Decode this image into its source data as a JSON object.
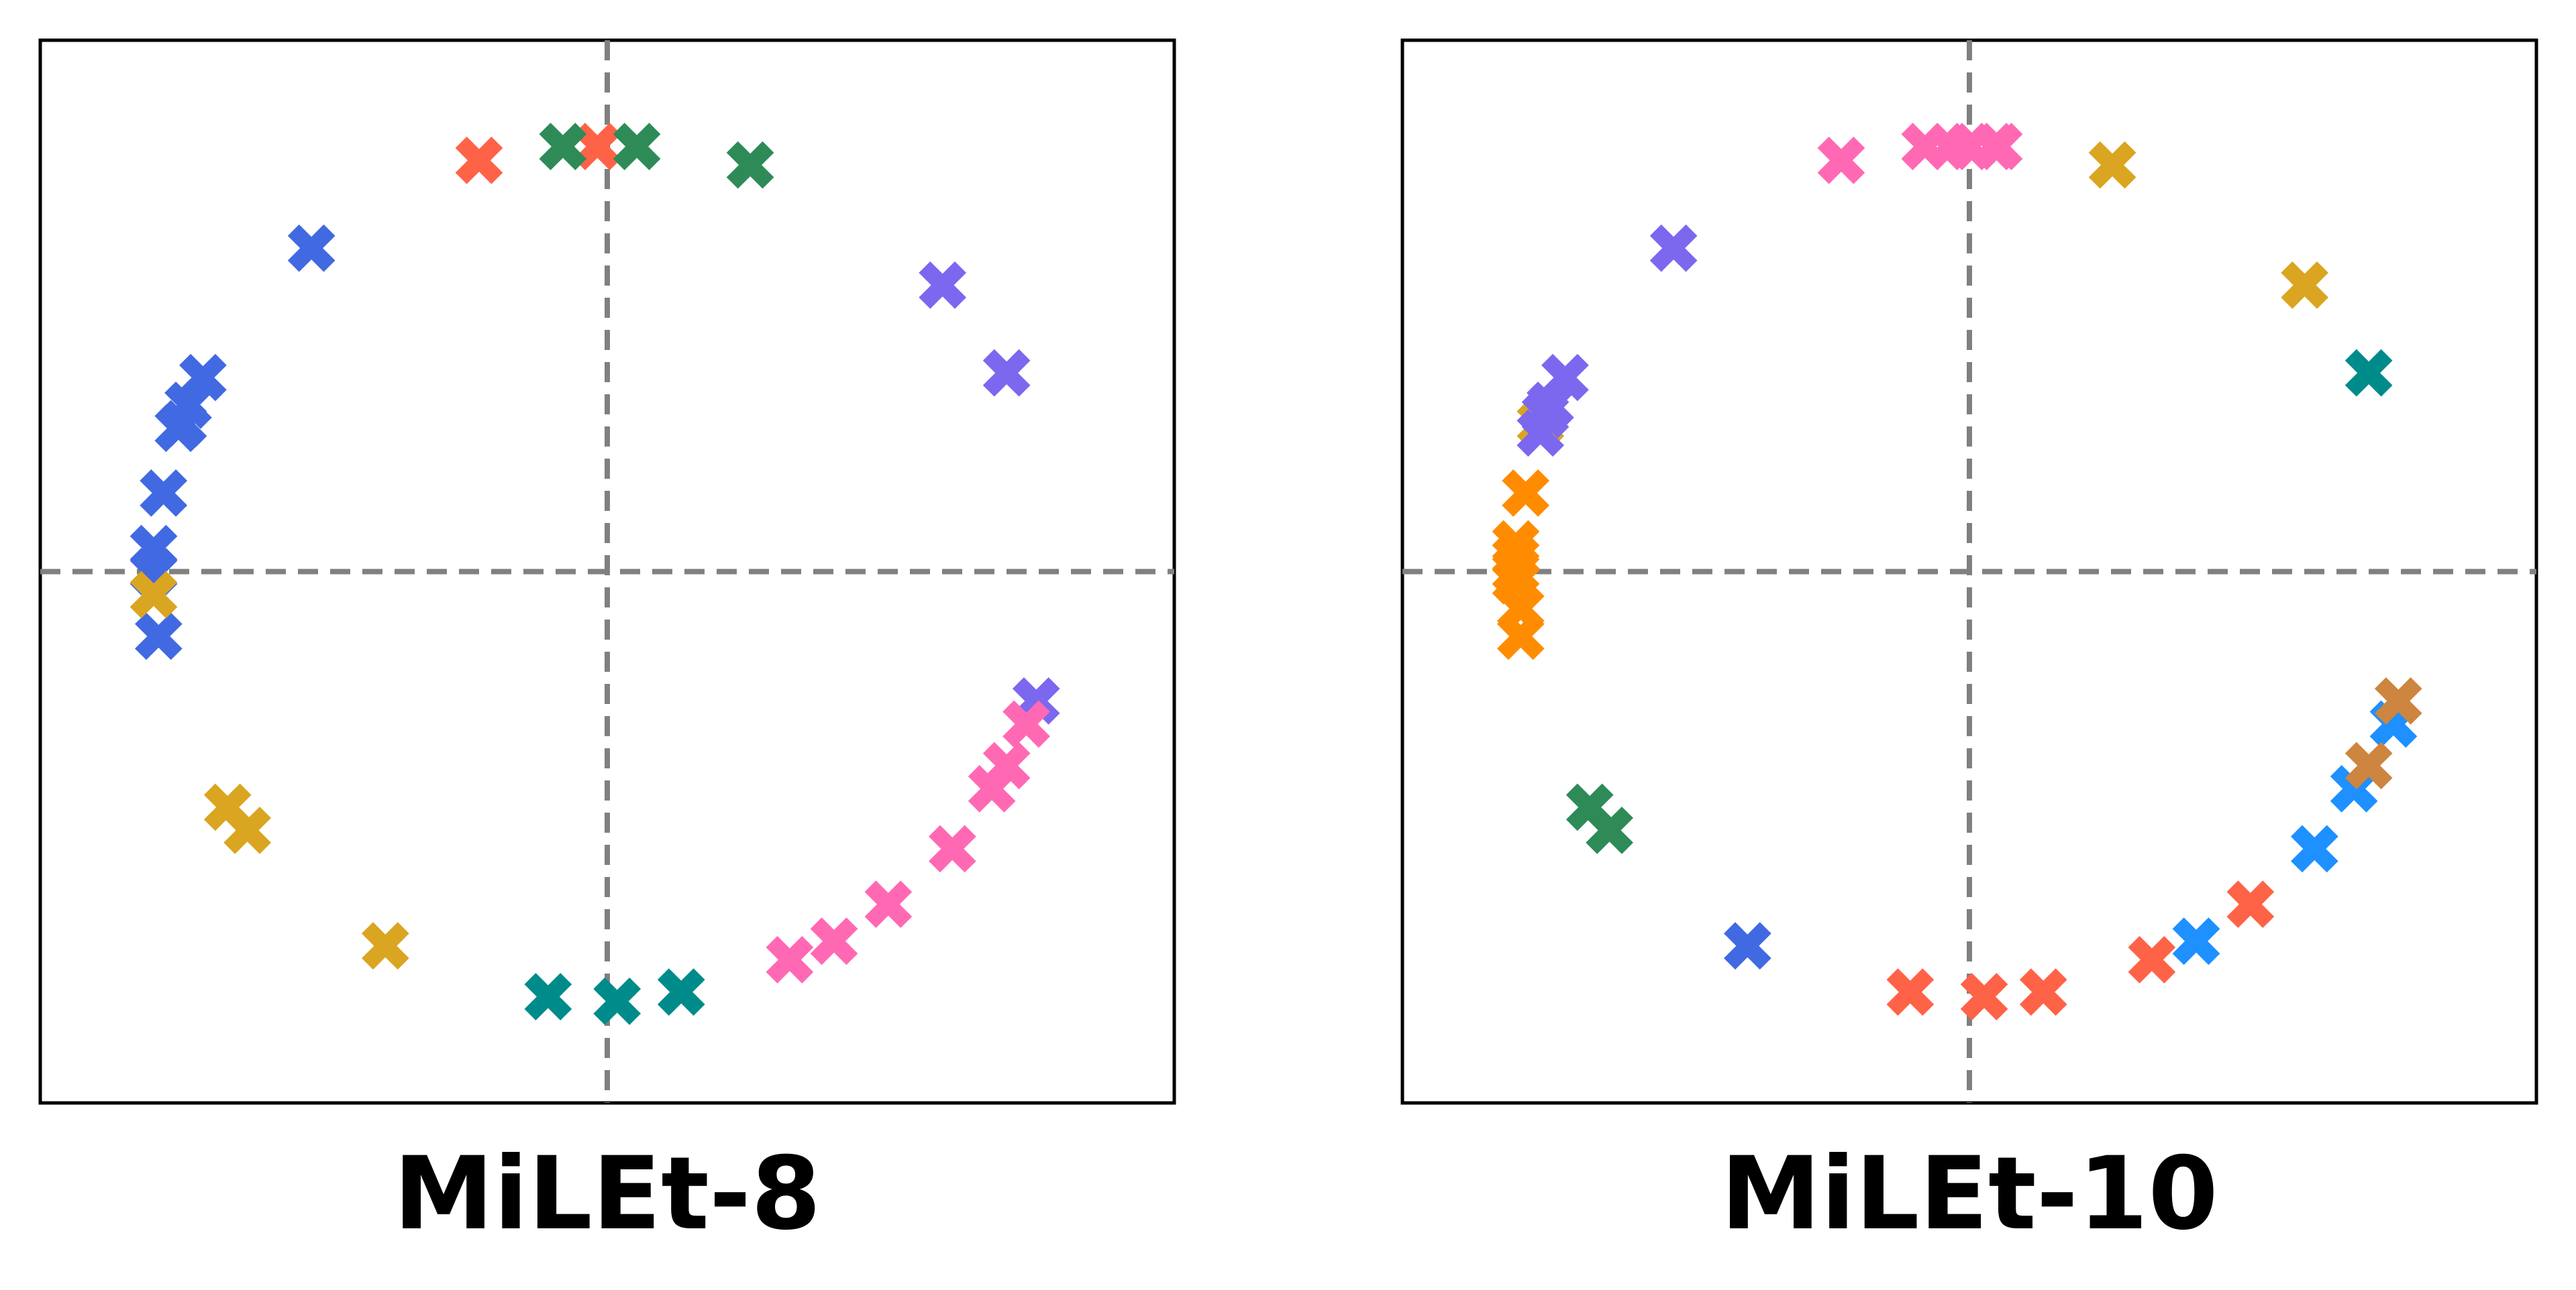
{
  "chart_data": [
    {
      "type": "scatter",
      "title": "MiLEt-8",
      "xlim": [
        -1.15,
        1.15
      ],
      "ylim": [
        -1.15,
        1.15
      ],
      "xticks": [],
      "yticks": [],
      "reference_lines": {
        "x": 0,
        "y": 0,
        "style": "dashed",
        "color": "#808080"
      },
      "grid": false,
      "legend": "none",
      "marker": "X",
      "series": [
        {
          "color": "#4169E1",
          "points": [
            [
              -0.6,
              0.7
            ],
            [
              -0.82,
              0.42
            ],
            [
              -0.85,
              0.36
            ],
            [
              -0.86,
              0.32
            ],
            [
              -0.87,
              0.31
            ],
            [
              -0.9,
              0.17
            ],
            [
              -0.92,
              0.05
            ],
            [
              -0.92,
              0.0
            ],
            [
              -0.91,
              -0.14
            ]
          ]
        },
        {
          "color": "#FF6347",
          "points": [
            [
              -0.26,
              0.89
            ],
            [
              -0.02,
              0.92
            ]
          ]
        },
        {
          "color": "#2E8B57",
          "points": [
            [
              -0.09,
              0.92
            ],
            [
              0.06,
              0.92
            ],
            [
              0.29,
              0.88
            ]
          ]
        },
        {
          "color": "#7B68EE",
          "points": [
            [
              0.68,
              0.62
            ],
            [
              0.81,
              0.43
            ],
            [
              0.87,
              -0.28
            ]
          ]
        },
        {
          "color": "#DAA520",
          "points": [
            [
              -0.92,
              -0.05
            ],
            [
              -0.77,
              -0.51
            ],
            [
              -0.73,
              -0.56
            ],
            [
              -0.45,
              -0.81
            ]
          ]
        },
        {
          "color": "#008B8B",
          "points": [
            [
              -0.12,
              -0.92
            ],
            [
              0.02,
              -0.93
            ],
            [
              0.15,
              -0.91
            ]
          ]
        },
        {
          "color": "#FF69B4",
          "points": [
            [
              0.37,
              -0.84
            ],
            [
              0.46,
              -0.8
            ],
            [
              0.57,
              -0.72
            ],
            [
              0.7,
              -0.6
            ],
            [
              0.78,
              -0.47
            ],
            [
              0.81,
              -0.42
            ],
            [
              0.85,
              -0.33
            ]
          ]
        }
      ]
    },
    {
      "type": "scatter",
      "title": "MiLEt-10",
      "xlim": [
        -1.15,
        1.15
      ],
      "ylim": [
        -1.15,
        1.15
      ],
      "xticks": [],
      "yticks": [],
      "reference_lines": {
        "x": 0,
        "y": 0,
        "style": "dashed",
        "color": "#808080"
      },
      "grid": false,
      "legend": "none",
      "marker": "X",
      "series": [
        {
          "color": "#FF69B4",
          "points": [
            [
              -0.26,
              0.89
            ],
            [
              -0.09,
              0.92
            ],
            [
              -0.04,
              0.92
            ],
            [
              0.0,
              0.92
            ],
            [
              0.05,
              0.92
            ],
            [
              0.06,
              0.92
            ]
          ]
        },
        {
          "color": "#DAA520",
          "points": [
            [
              0.29,
              0.88
            ],
            [
              0.68,
              0.62
            ],
            [
              -0.87,
              0.32
            ]
          ]
        },
        {
          "color": "#008B8B",
          "points": [
            [
              0.81,
              0.43
            ]
          ]
        },
        {
          "color": "#7B68EE",
          "points": [
            [
              -0.6,
              0.7
            ],
            [
              -0.82,
              0.42
            ],
            [
              -0.85,
              0.36
            ],
            [
              -0.86,
              0.34
            ],
            [
              -0.87,
              0.3
            ]
          ]
        },
        {
          "color": "#FF8C00",
          "points": [
            [
              -0.9,
              0.17
            ],
            [
              -0.92,
              0.06
            ],
            [
              -0.92,
              0.03
            ],
            [
              -0.92,
              0.0
            ],
            [
              -0.92,
              -0.02
            ],
            [
              -0.91,
              -0.08
            ],
            [
              -0.91,
              -0.14
            ]
          ]
        },
        {
          "color": "#2E8B57",
          "points": [
            [
              -0.77,
              -0.51
            ],
            [
              -0.73,
              -0.56
            ]
          ]
        },
        {
          "color": "#4169E1",
          "points": [
            [
              -0.45,
              -0.81
            ]
          ]
        },
        {
          "color": "#FF6347",
          "points": [
            [
              -0.12,
              -0.91
            ],
            [
              0.03,
              -0.92
            ],
            [
              0.15,
              -0.91
            ],
            [
              0.37,
              -0.84
            ],
            [
              0.57,
              -0.72
            ]
          ]
        },
        {
          "color": "#1E90FF",
          "points": [
            [
              0.46,
              -0.8
            ],
            [
              0.7,
              -0.6
            ],
            [
              0.78,
              -0.47
            ],
            [
              0.86,
              -0.33
            ]
          ]
        },
        {
          "color": "#CD853F",
          "points": [
            [
              0.81,
              -0.42
            ],
            [
              0.87,
              -0.28
            ]
          ]
        }
      ]
    }
  ]
}
